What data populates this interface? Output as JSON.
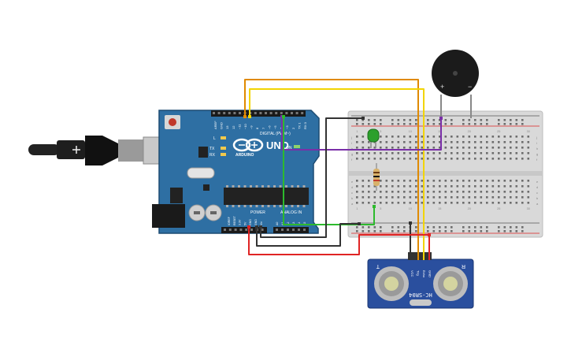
{
  "arduino": {
    "brand": "ARDUINO",
    "model": "UNO",
    "digital_header_label": "DIGITAL (PWM~)",
    "power_header_label": "POWER",
    "analog_header_label": "ANALOG IN",
    "led_labels": [
      "L",
      "TX",
      "RX"
    ],
    "on_label": "ON",
    "aref_label": "AREF",
    "gnd_label": "GND",
    "digital_pins": [
      "13",
      "12",
      "~11",
      "~10",
      "~9",
      "8",
      "7",
      "~6",
      "~5",
      "4",
      "~3",
      "2",
      "TX 1",
      "RX 0"
    ],
    "power_pins": [
      "IOREF",
      "RESET",
      "3.3V",
      "5V",
      "GND",
      "GND",
      "Vin"
    ],
    "analog_pins": [
      "A0",
      "A1",
      "A2",
      "A3",
      "A4",
      "A5"
    ]
  },
  "breadboard": {
    "row_letters_left": [
      "j",
      "i",
      "h",
      "g",
      "f",
      "e",
      "d",
      "c",
      "b",
      "a"
    ],
    "column_numbers": [
      "1",
      "5",
      "10",
      "15",
      "20",
      "25",
      "30"
    ]
  },
  "buzzer": {
    "plus_label": "+",
    "minus_label": "−"
  },
  "sensor": {
    "model": "HC-SR04",
    "pin_labels": [
      "VCC",
      "Trig",
      "Echo",
      "GND"
    ],
    "left_letter": "T",
    "right_letter": "R"
  },
  "wire_colors": {
    "orange": "#e08a00",
    "yellow": "#f2d400",
    "purple": "#7a2fa8",
    "green": "#2dba2d",
    "black": "#333333",
    "red": "#e02424"
  }
}
